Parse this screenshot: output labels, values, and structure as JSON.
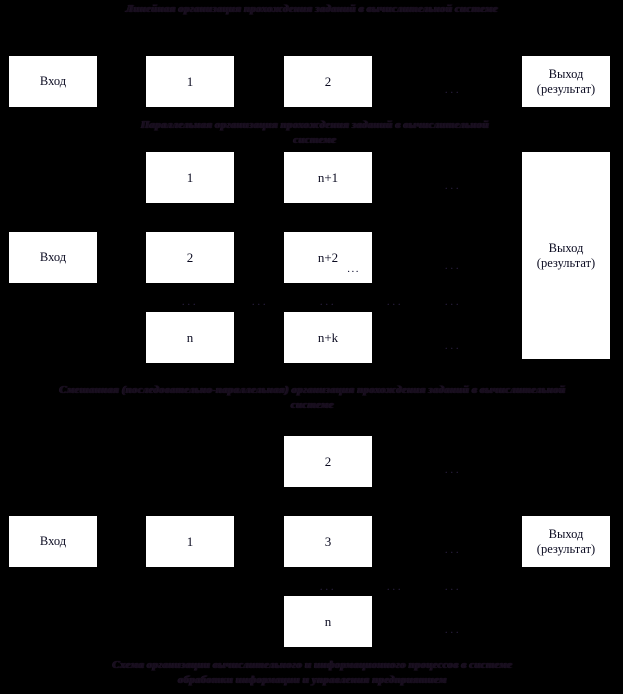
{
  "page": {
    "background_color": "#000000",
    "box_fill_color": "#ffffff",
    "box_border_color": "#000000",
    "text_color": "#0a0a20",
    "caption_color": "#1a1020",
    "ellipsis_glyph": "..."
  },
  "section_linear": {
    "caption": "Линейная организация прохождения заданий в вычислительной системе",
    "boxes": {
      "input": "Вход",
      "task1": "1",
      "task2": "2",
      "output_line1": "Выход",
      "output_line2": "(результат)"
    },
    "ellipsis": "..."
  },
  "section_parallel": {
    "caption": "Параллельная организация прохождения заданий в вычислительной системе",
    "boxes": {
      "input": "Вход",
      "r1c1": "1",
      "r1c2": "n+1",
      "r2c1": "2",
      "r2c2": "n+2",
      "r2c2_sub": "...",
      "r3c1": "n",
      "r3c2": "n+k",
      "output_line1": "Выход",
      "output_line2": "(результат)"
    },
    "ellipsis": "..."
  },
  "section_mixed": {
    "caption": "Смешанная (последовательно-параллельная) организация прохождения заданий в вычислительной системе",
    "boxes": {
      "input": "Вход",
      "task1": "1",
      "branch_top": "2",
      "branch_mid": "3",
      "branch_bottom": "n",
      "output_line1": "Выход",
      "output_line2": "(результат)"
    },
    "ellipsis": "..."
  },
  "footer": {
    "caption_line1": "Схема организации вычислительного и информационного процессов в системе",
    "caption_line2": "обработки информации и управления предприятием"
  }
}
